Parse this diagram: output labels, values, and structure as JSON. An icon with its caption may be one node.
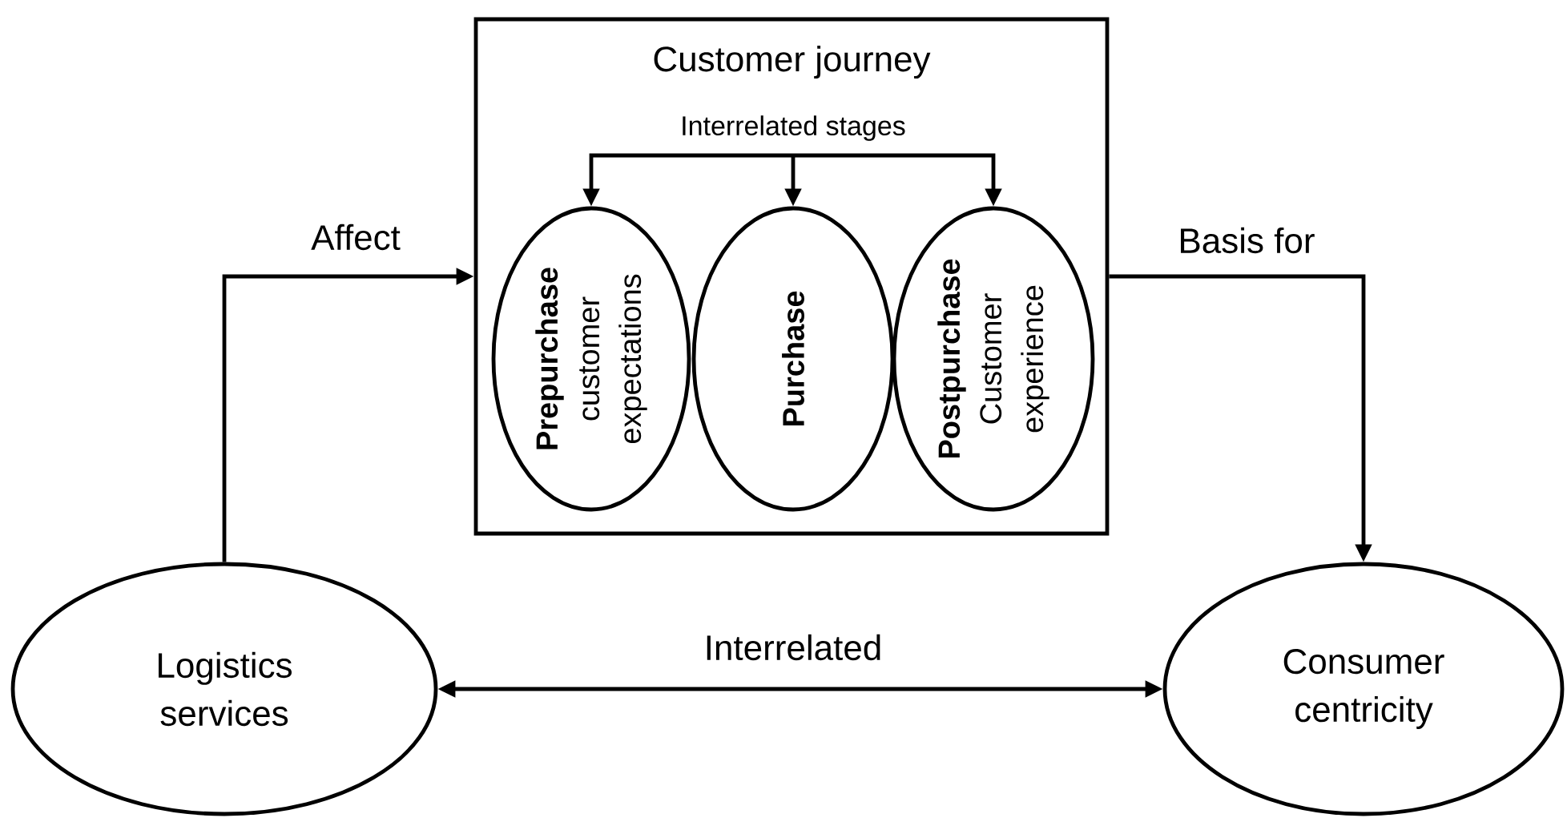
{
  "diagram": {
    "nodes": [
      {
        "text": [
          "Customer journey"
        ]
      },
      {
        "text": [
          "Prepurchase",
          "customer expectations"
        ],
        "in": 0
      },
      {
        "text": [
          "Purchase"
        ],
        "in": 0
      },
      {
        "text": [
          "Postpurchase",
          "Customer experience"
        ],
        "in": 0
      },
      {
        "text": [
          "Logistics services"
        ]
      },
      {
        "text": [
          "Consumer centricity"
        ]
      }
    ],
    "edges": [
      {
        "from": null,
        "to": 1,
        "arrow": "to"
      },
      {
        "from": null,
        "to": 2,
        "arrow": "to",
        "label": "Interrelated stages"
      },
      {
        "from": null,
        "to": 3,
        "arrow": "to"
      },
      {
        "from": 4,
        "to": 0,
        "arrow": "to",
        "label": "Affect"
      },
      {
        "from": 0,
        "to": 5,
        "arrow": "to",
        "label": "Basis for"
      },
      {
        "from": 4,
        "to": 5,
        "arrow": "both",
        "label": "Interrelated"
      }
    ]
  }
}
